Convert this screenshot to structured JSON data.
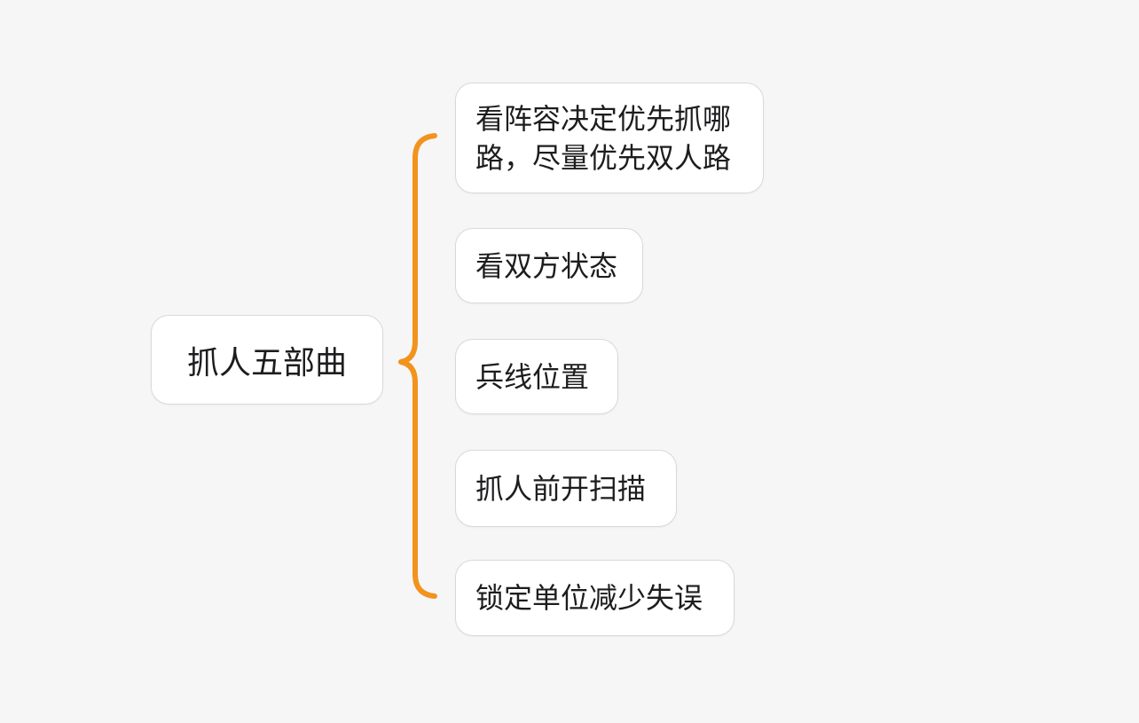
{
  "canvas": {
    "background_color": "#F6F6F6"
  },
  "node_style": {
    "fill_color": "#FFFFFF",
    "border_color": "#D9D9D9",
    "text_color": "#1D1D1F"
  },
  "connector": {
    "shape": "curly-brace",
    "color": "#F2931E"
  },
  "mindmap": {
    "root": {
      "label": "抓人五部曲"
    },
    "children": [
      {
        "label": "看阵容决定优先抓哪路，尽量优先双人路"
      },
      {
        "label": "看双方状态"
      },
      {
        "label": "兵线位置"
      },
      {
        "label": "抓人前开扫描"
      },
      {
        "label": "锁定单位减少失误"
      }
    ]
  }
}
